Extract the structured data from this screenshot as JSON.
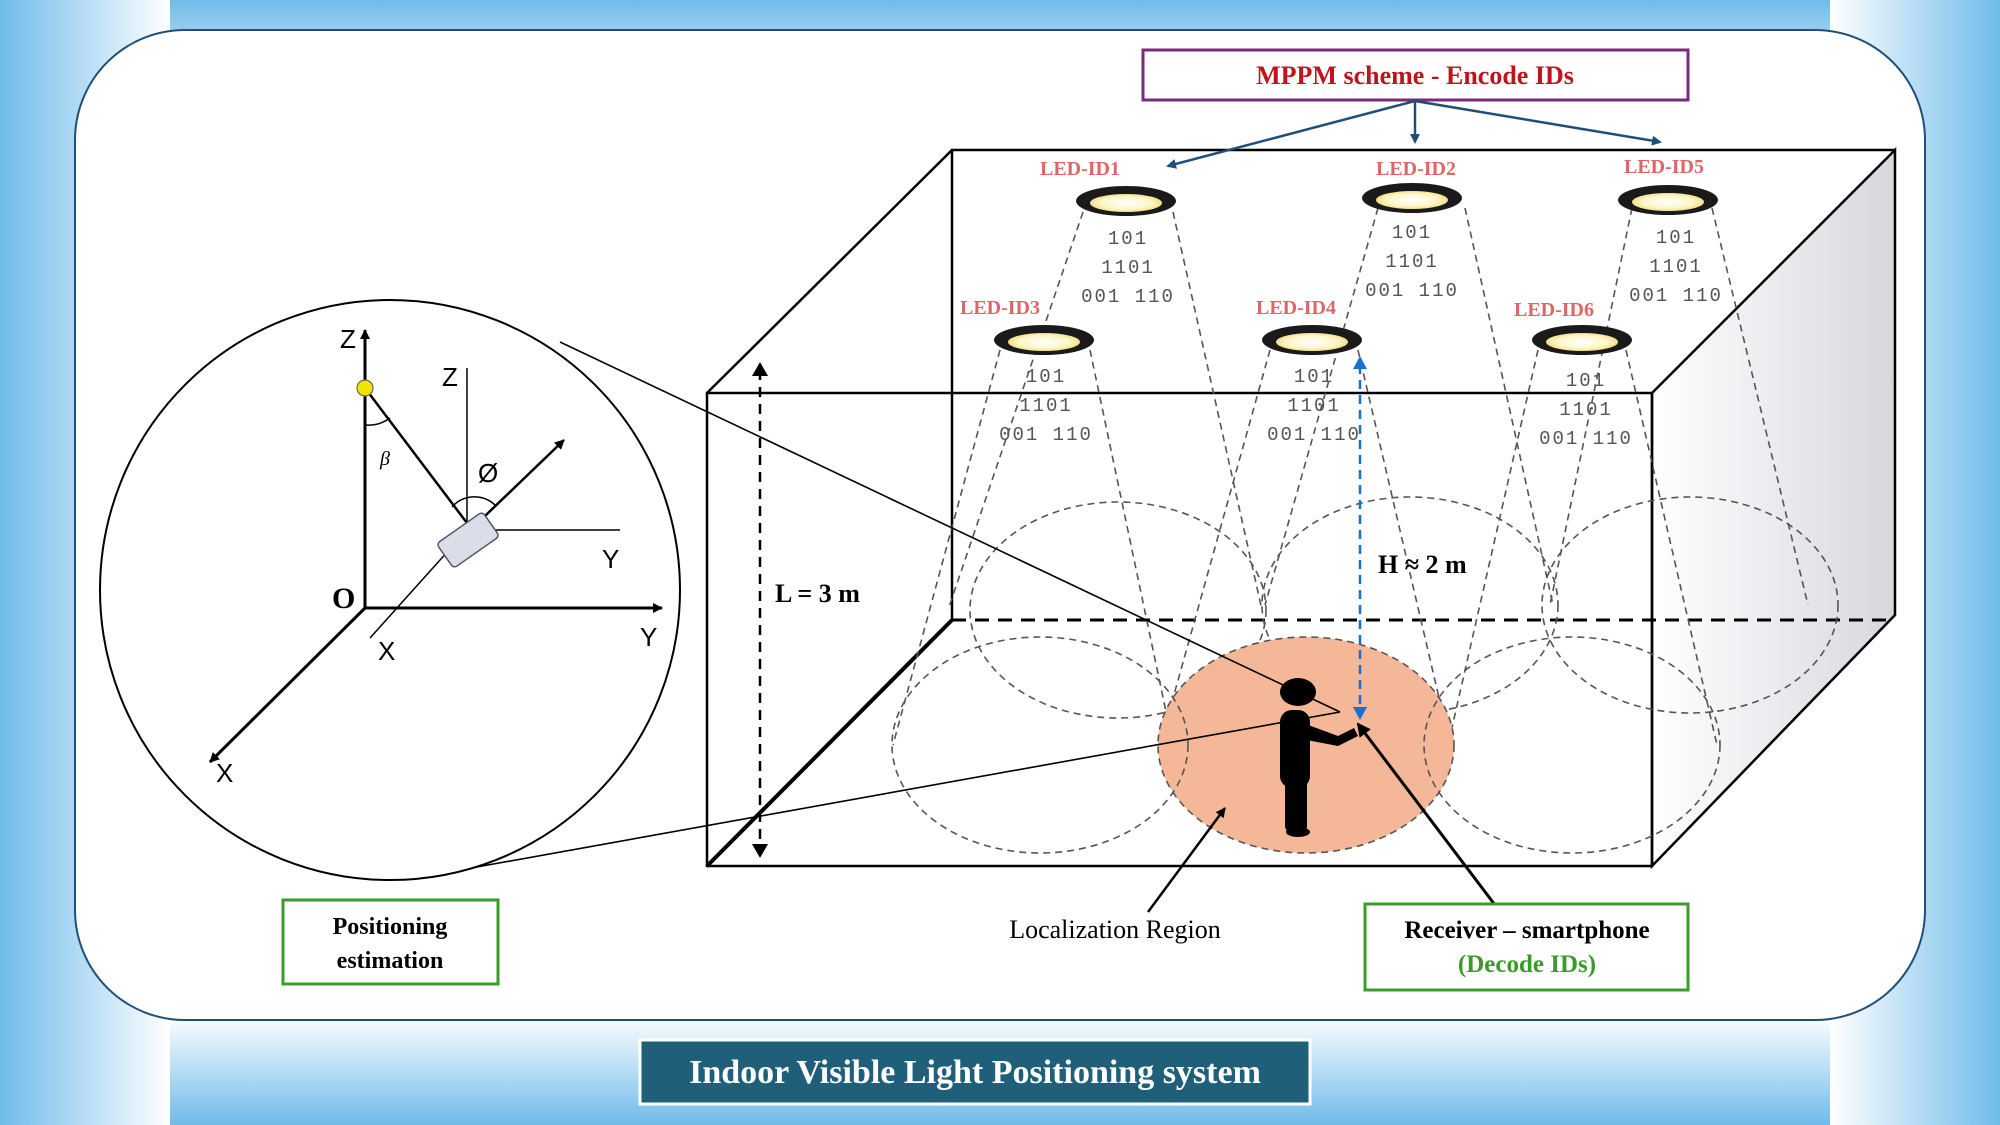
{
  "header": {
    "scheme_part1": "MPPM scheme",
    "scheme_sep": " - ",
    "scheme_part2": "Encode IDs"
  },
  "leds": [
    {
      "id": "LED-ID1",
      "code": [
        "101",
        "1101",
        "001 110"
      ]
    },
    {
      "id": "LED-ID2",
      "code": [
        "101",
        "1101",
        "001 110"
      ]
    },
    {
      "id": "LED-ID5",
      "code": [
        "101",
        "1101",
        "001 110"
      ]
    },
    {
      "id": "LED-ID3",
      "code": [
        "101",
        "1101",
        "001 110"
      ]
    },
    {
      "id": "LED-ID4",
      "code": [
        "101",
        "1101",
        "001 110"
      ]
    },
    {
      "id": "LED-ID6",
      "code": [
        "101",
        "1101",
        "001 110"
      ]
    }
  ],
  "room": {
    "length_label": "L = 3 m",
    "height_label": "H ≈ 2 m"
  },
  "inset": {
    "origin": "O",
    "axis_z": "Z",
    "axis_y": "Y",
    "axis_x": "X",
    "local_z": "Z",
    "local_y": "Y",
    "local_x": "X",
    "beta": "β",
    "phi": "Ø"
  },
  "labels": {
    "positioning_line1": "Positioning",
    "positioning_line2": "estimation",
    "localization": "Localization Region",
    "receiver_line1": "Receiver – smartphone",
    "receiver_line2": "(Decode IDs)"
  },
  "footer": {
    "title": "Indoor Visible Light Positioning system"
  },
  "colors": {
    "frame_blue": "#7ec4ee",
    "title_bg": "#1f5f7a",
    "scheme_red": "#c0141c",
    "scheme_border": "#7b2a7b",
    "led_label": "#e06666",
    "green_border": "#3b9b2b",
    "green_text": "#3a9a2a",
    "localization_fill": "#f4b899",
    "arrow_blue": "#1f4e79",
    "dashed_blue": "#1a6fd0"
  }
}
